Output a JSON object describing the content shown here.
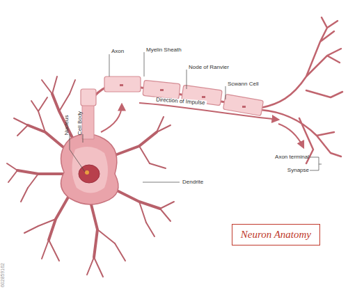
{
  "diagram": {
    "title": "Neuron Anatomy",
    "labels": [
      "Axon",
      "Myelin Sheath",
      "Node of Ranvier",
      "Scwann Cell",
      "Direction of Impulse",
      "Nucleus",
      "Cell Body",
      "Dendrite",
      "Axon terminal",
      "Synapse",
      "602859162"
    ]
  }
}
